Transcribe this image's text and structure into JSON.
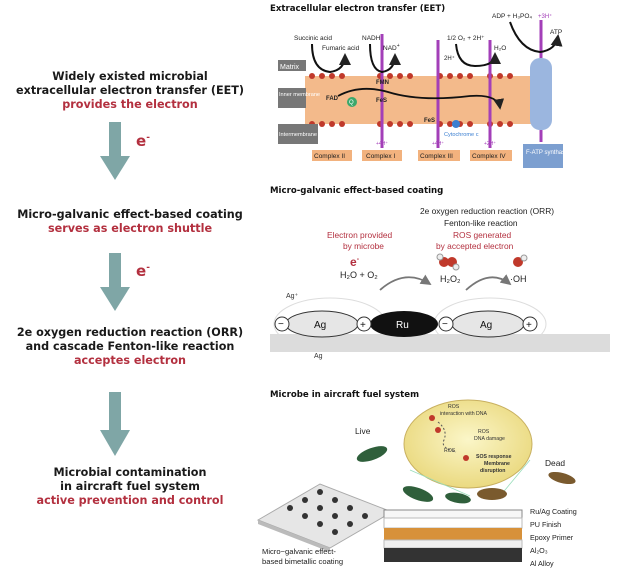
{
  "steps": [
    {
      "line1": "Widely existed microbial",
      "line2": "extracellular electron transfer (EET)",
      "highlight": "provides the electron"
    },
    {
      "line1": "Micro-galvanic effect-based coating",
      "highlight": "serves as electron shuttle"
    },
    {
      "line1": "2e oxygen reduction reaction (ORR)",
      "line2": "and cascade Fenton-like reaction",
      "highlight": "acceptes electron"
    },
    {
      "line1": "Microbial contamination",
      "line2": "in aircraft fuel system",
      "highlight": "active prevention and control"
    }
  ],
  "electron_symbol": "e",
  "electron_charge": "-",
  "eet": {
    "title": "Extracellular electron transfer (EET)",
    "layers": [
      "Matrix",
      "Inner membrane",
      "Intermembrane space"
    ],
    "molecules": {
      "succinic": "Succinic acid",
      "fumaric": "Fumaric acid",
      "nadh": "NADH",
      "nad": "NAD",
      "nad_sup": "+",
      "oxygen": "1/2 O₂ + 2H⁺",
      "water": "H₂O",
      "adp": "ADP + H₃PO₄",
      "atp": "ATP",
      "hplus": "+3H⁺",
      "hplus2": "2H⁺"
    },
    "cofactors": {
      "fad": "FAD",
      "fmn": "FMN",
      "fes": "FeS",
      "fes2": "FeS",
      "q": "Q",
      "cytc": "Cytochrome c"
    },
    "complexes": [
      "Complex II",
      "Complex I",
      "Complex III",
      "Complex IV",
      "F-ATP synthase"
    ],
    "proton_labels": [
      "+4H⁺",
      "+4H⁺",
      "+2H⁺"
    ]
  },
  "galvanic": {
    "title": "Micro-galvanic effect-based coating",
    "orr_title": "2e oxygen reduction reaction (ORR)",
    "fenton": "Fenton-like reaction",
    "ros": "ROS generated",
    "ros2": "by accepted electron",
    "electron_provided": "Electron provided",
    "by_microbe": "by microbe",
    "water_o2": "H₂O + O₂",
    "h2o2": "H₂O₂",
    "oh": "·OH",
    "ag": "Ag",
    "ru": "Ru",
    "ag_plus": "Ag⁺",
    "ag_ion": "Ag",
    "minus": "−",
    "plus": "+"
  },
  "aircraft": {
    "title": "Microbe in aircraft fuel system",
    "live": "Live",
    "dead": "Dead",
    "cell_labels": [
      "ROS",
      "interaction with DNA",
      "ROS",
      "DNA damage",
      "ROS",
      "SOS response",
      "Membrane",
      "disruption"
    ],
    "coating_layers": [
      "Ru/Ag Coating",
      "PU Finish",
      "Epoxy Primer",
      "Al₂O₃",
      "Al Alloy"
    ],
    "coating_caption_1": "Micro−galvanic effect-",
    "coating_caption_2": "based bimetallic coating"
  },
  "colors": {
    "accent_red": "#b3303f",
    "arrow_teal": "#7fa6a6",
    "membrane_orange": "#f2b27e",
    "purple": "#a33fb8",
    "atp_blue": "#7c9fd0"
  }
}
